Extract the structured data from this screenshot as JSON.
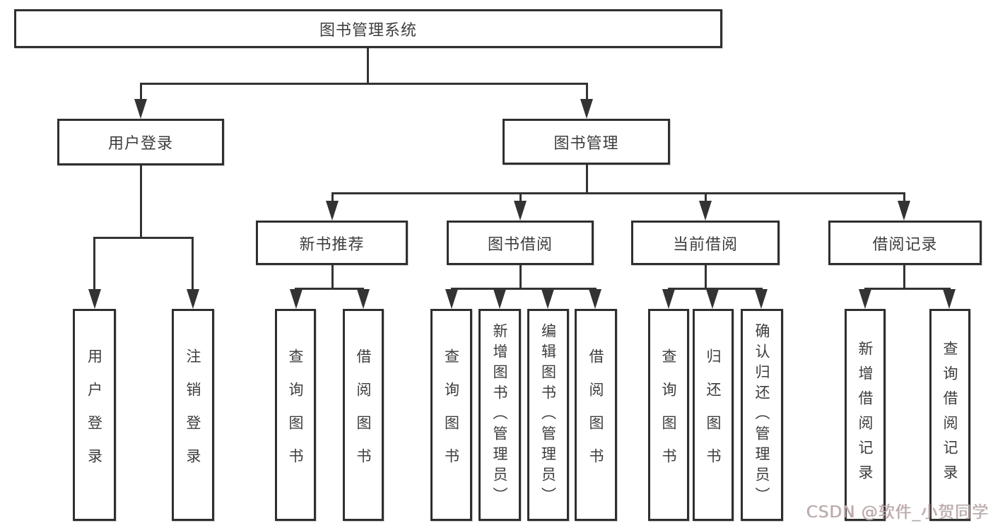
{
  "diagram": {
    "title": "图书管理系统",
    "root": {
      "label": "图书管理系统"
    },
    "level2": {
      "user_login": {
        "label": "用户登录"
      },
      "book_management": {
        "label": "图书管理"
      }
    },
    "level3": {
      "new_book_recommend": {
        "label": "新书推荐"
      },
      "book_borrow": {
        "label": "图书借阅"
      },
      "current_borrow": {
        "label": "当前借阅"
      },
      "borrow_records": {
        "label": "借阅记录"
      }
    },
    "leaves": {
      "user_login": [
        "用户登录",
        "注销登录"
      ],
      "new_book_recommend": [
        "查询图书",
        "借阅图书"
      ],
      "book_borrow": [
        "查询图书",
        "新增图书（管理员）",
        "编辑图书（管理员）",
        "借阅图书"
      ],
      "current_borrow": [
        "查询图书",
        "归还图书",
        "确认归还（管理员）"
      ],
      "borrow_records": [
        "新增借阅记录",
        "查询借阅记录"
      ]
    }
  },
  "watermark": "CSDN @软件_小贺同学",
  "colors": {
    "line": "#333333",
    "box_border": "#2f2f2f",
    "text": "#3d3d3d",
    "watermark": "#b3acac",
    "background": "#ffffff"
  }
}
